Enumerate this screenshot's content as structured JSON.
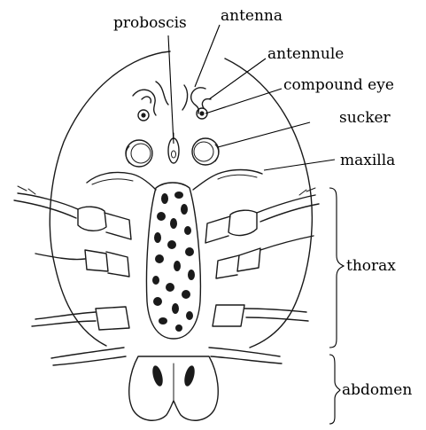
{
  "labels": {
    "proboscis": "proboscis",
    "antenna": "antenna",
    "antennule": "antennule",
    "compound_eye": "compound eye",
    "sucker": "sucker",
    "maxilla": "maxilla",
    "thorax": "thorax",
    "abdomen": "abdomen"
  }
}
